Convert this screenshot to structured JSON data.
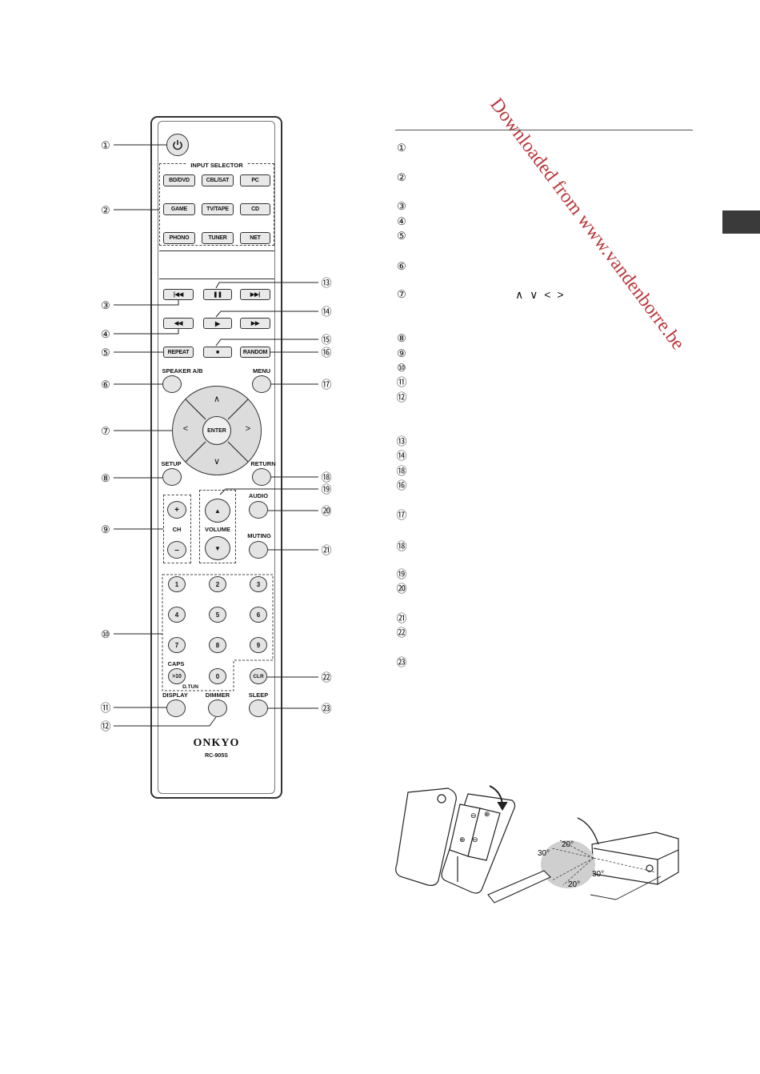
{
  "watermark": "Downloaded from www.vandenborre.be",
  "remote": {
    "input_selector_label": "INPUT SELECTOR",
    "sources": [
      "BD/DVD",
      "CBL/SAT",
      "PC",
      "GAME",
      "TV/TAPE",
      "CD",
      "PHONO",
      "TUNER",
      "NET"
    ],
    "repeat": "REPEAT",
    "random": "RANDOM",
    "speaker_ab": "SPEAKER A/B",
    "menu": "MENU",
    "enter": "ENTER",
    "setup": "SETUP",
    "return": "RETURN",
    "audio": "AUDIO",
    "ch": "CH",
    "volume": "VOLUME",
    "muting": "MUTING",
    "digits": [
      "1",
      "2",
      "3",
      "4",
      "5",
      "6",
      "7",
      "8",
      "9"
    ],
    "caps": "CAPS",
    "plus10": ">10",
    "zero": "0",
    "dtun": "D.TUN",
    "clr": "CLR",
    "display": "DISPLAY",
    "dimmer": "DIMMER",
    "sleep": "SLEEP",
    "brand": "ONKYO",
    "model": "RC-905S",
    "plus": "+",
    "minus": "–",
    "up": "∧",
    "down": "∨",
    "left": "<",
    "right": ">"
  },
  "callouts": [
    "①",
    "②",
    "③",
    "④",
    "⑤",
    "⑥",
    "⑦",
    "⑧",
    "⑨",
    "⑩",
    "⑪",
    "⑫",
    "⑬",
    "⑭",
    "⑮",
    "⑯",
    "⑰",
    "⑱",
    "⑲",
    "⑳",
    "㉑",
    "㉒",
    "㉓"
  ],
  "legend": {
    "numbers": [
      "①",
      "②",
      "③",
      "④",
      "⑤",
      "⑥",
      "⑦",
      "⑧",
      "⑨",
      "⑩",
      "⑪",
      "⑫",
      "⑬",
      "⑭",
      "⑱",
      "⑯",
      "⑰",
      "⑱",
      "⑲",
      "⑳",
      "㉑",
      "㉒",
      "㉓"
    ],
    "arrows": "∧ ∨ < >"
  },
  "figure": {
    "angle_20": "20°",
    "angle_30": "30°"
  }
}
